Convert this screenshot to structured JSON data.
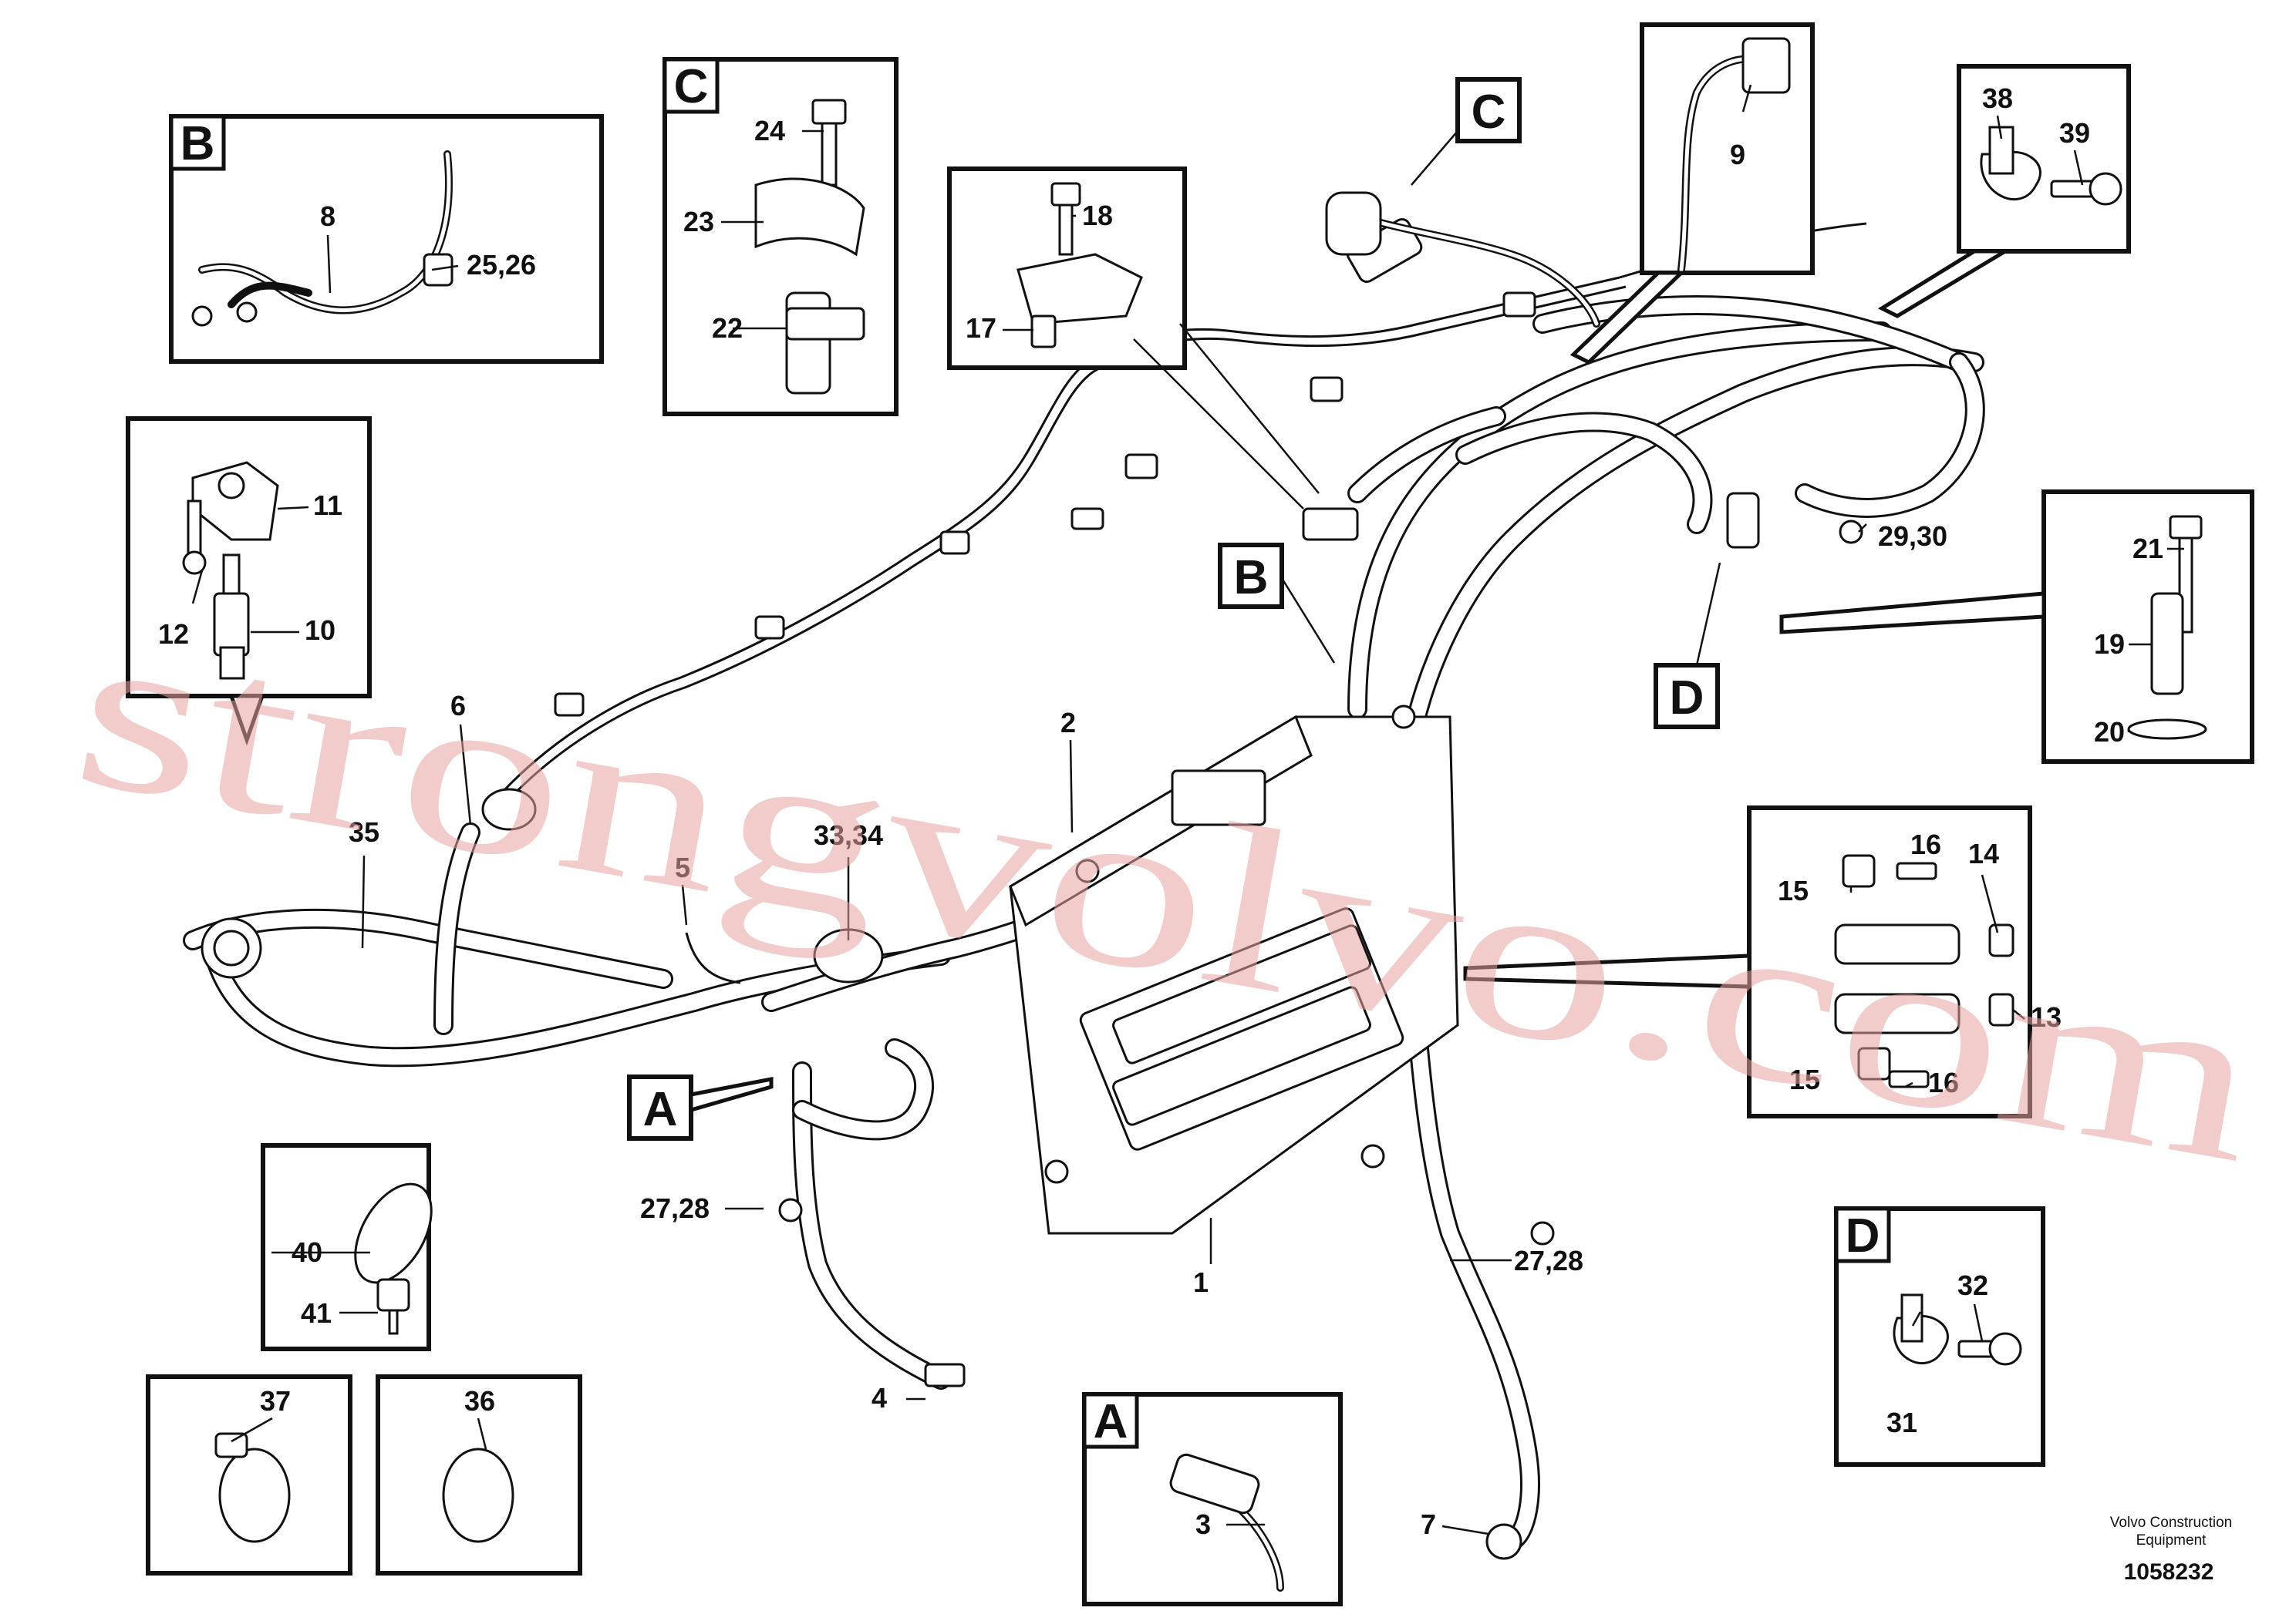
{
  "diagram": {
    "detail_letters": {
      "a": "A",
      "b": "B",
      "c": "C",
      "d": "D"
    },
    "callouts": {
      "c1": "1",
      "c2": "2",
      "c3": "3",
      "c4": "4",
      "c5": "5",
      "c6": "6",
      "c7": "7",
      "c8": "8",
      "c9": "9",
      "c10": "10",
      "c11": "11",
      "c12": "12",
      "c13": "13",
      "c14": "14",
      "c15": "15",
      "c16": "16",
      "c17": "17",
      "c18": "18",
      "c19": "19",
      "c20": "20",
      "c21": "21",
      "c22": "22",
      "c23": "23",
      "c24": "24",
      "c25_26": "25,26",
      "c27_28": "27,28",
      "c29_30": "29,30",
      "c31": "31",
      "c32": "32",
      "c33_34": "33,34",
      "c35": "35",
      "c36": "36",
      "c37": "37",
      "c38": "38",
      "c39": "39",
      "c40": "40",
      "c41": "41"
    },
    "watermark": "strongvolvo.com",
    "credit_line1": "Volvo Construction",
    "credit_line2": "Equipment",
    "document_number": "1058232"
  }
}
